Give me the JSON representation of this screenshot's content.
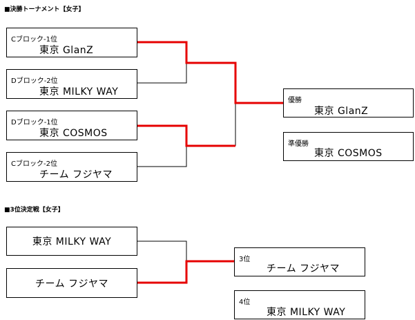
{
  "final": {
    "heading": "■決勝トーナメント【女子】",
    "entries": [
      {
        "label": "Cブロック-1位",
        "team": "東京 GlanZ"
      },
      {
        "label": "Dブロック-2位",
        "team": "東京 MILKY WAY"
      },
      {
        "label": "Dブロック-1位",
        "team": "東京 COSMOS"
      },
      {
        "label": "Cブロック-2位",
        "team": "チーム フジヤマ"
      }
    ],
    "results": [
      {
        "label": "優勝",
        "team": "東京 GlanZ"
      },
      {
        "label": "準優勝",
        "team": "東京 COSMOS"
      }
    ]
  },
  "third_place": {
    "heading": "■3位決定戦【女子】",
    "entries": [
      {
        "team": "東京 MILKY WAY"
      },
      {
        "team": "チーム フジヤマ"
      }
    ],
    "results": [
      {
        "label": "3位",
        "team": "チーム フジヤマ"
      },
      {
        "label": "4位",
        "team": "東京 MILKY WAY"
      }
    ]
  },
  "colors": {
    "winner_line": "#e60000",
    "line": "#000000"
  }
}
